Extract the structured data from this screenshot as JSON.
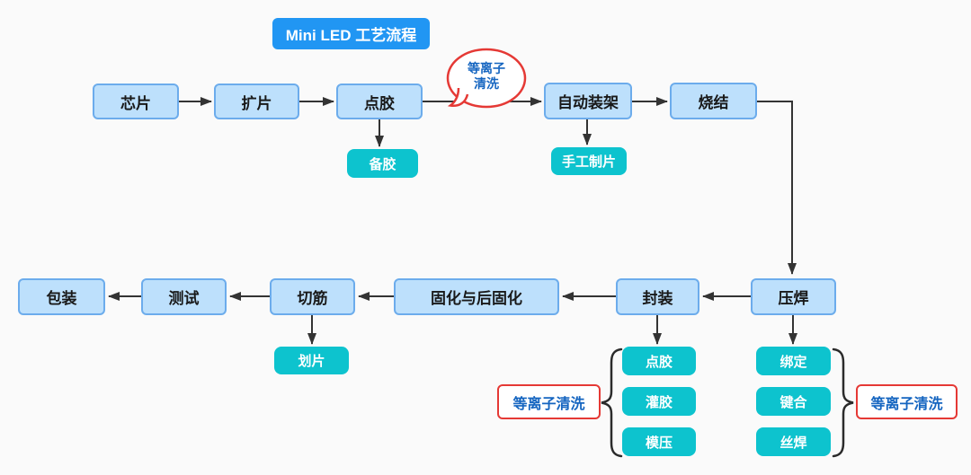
{
  "title": "Mini LED 工艺流程",
  "nodes": {
    "chip": "芯片",
    "expand_film": "扩片",
    "dispense_glue": "点胶",
    "auto_mount": "自动装架",
    "sinter": "烧结",
    "prepare_glue": "备胶",
    "manual_sheet": "手工制片",
    "press_weld": "压焊",
    "encapsulation": "封装",
    "curing": "固化与后固化",
    "trim": "切筋",
    "test": "测试",
    "packaging": "包装",
    "scribing": "划片",
    "dispense_glue_2": "点胶",
    "fill_glue": "灌胶",
    "molding": "模压",
    "binding": "绑定",
    "bonding": "键合",
    "wire_weld": "丝焊"
  },
  "callout": {
    "line1": "等离子",
    "line2": "清洗"
  },
  "side_labels": {
    "left": "等离子清洗",
    "right": "等离子清洗"
  },
  "colors": {
    "title_bg": "#2196F3",
    "process_fill": "#BDE0FC",
    "process_border": "#6CACEC",
    "sub_step_fill": "#0DC3CE",
    "accent_red": "#E53935",
    "accent_blue_text": "#1565C0",
    "arrow": "#333333",
    "background": "#FAFAFA"
  }
}
